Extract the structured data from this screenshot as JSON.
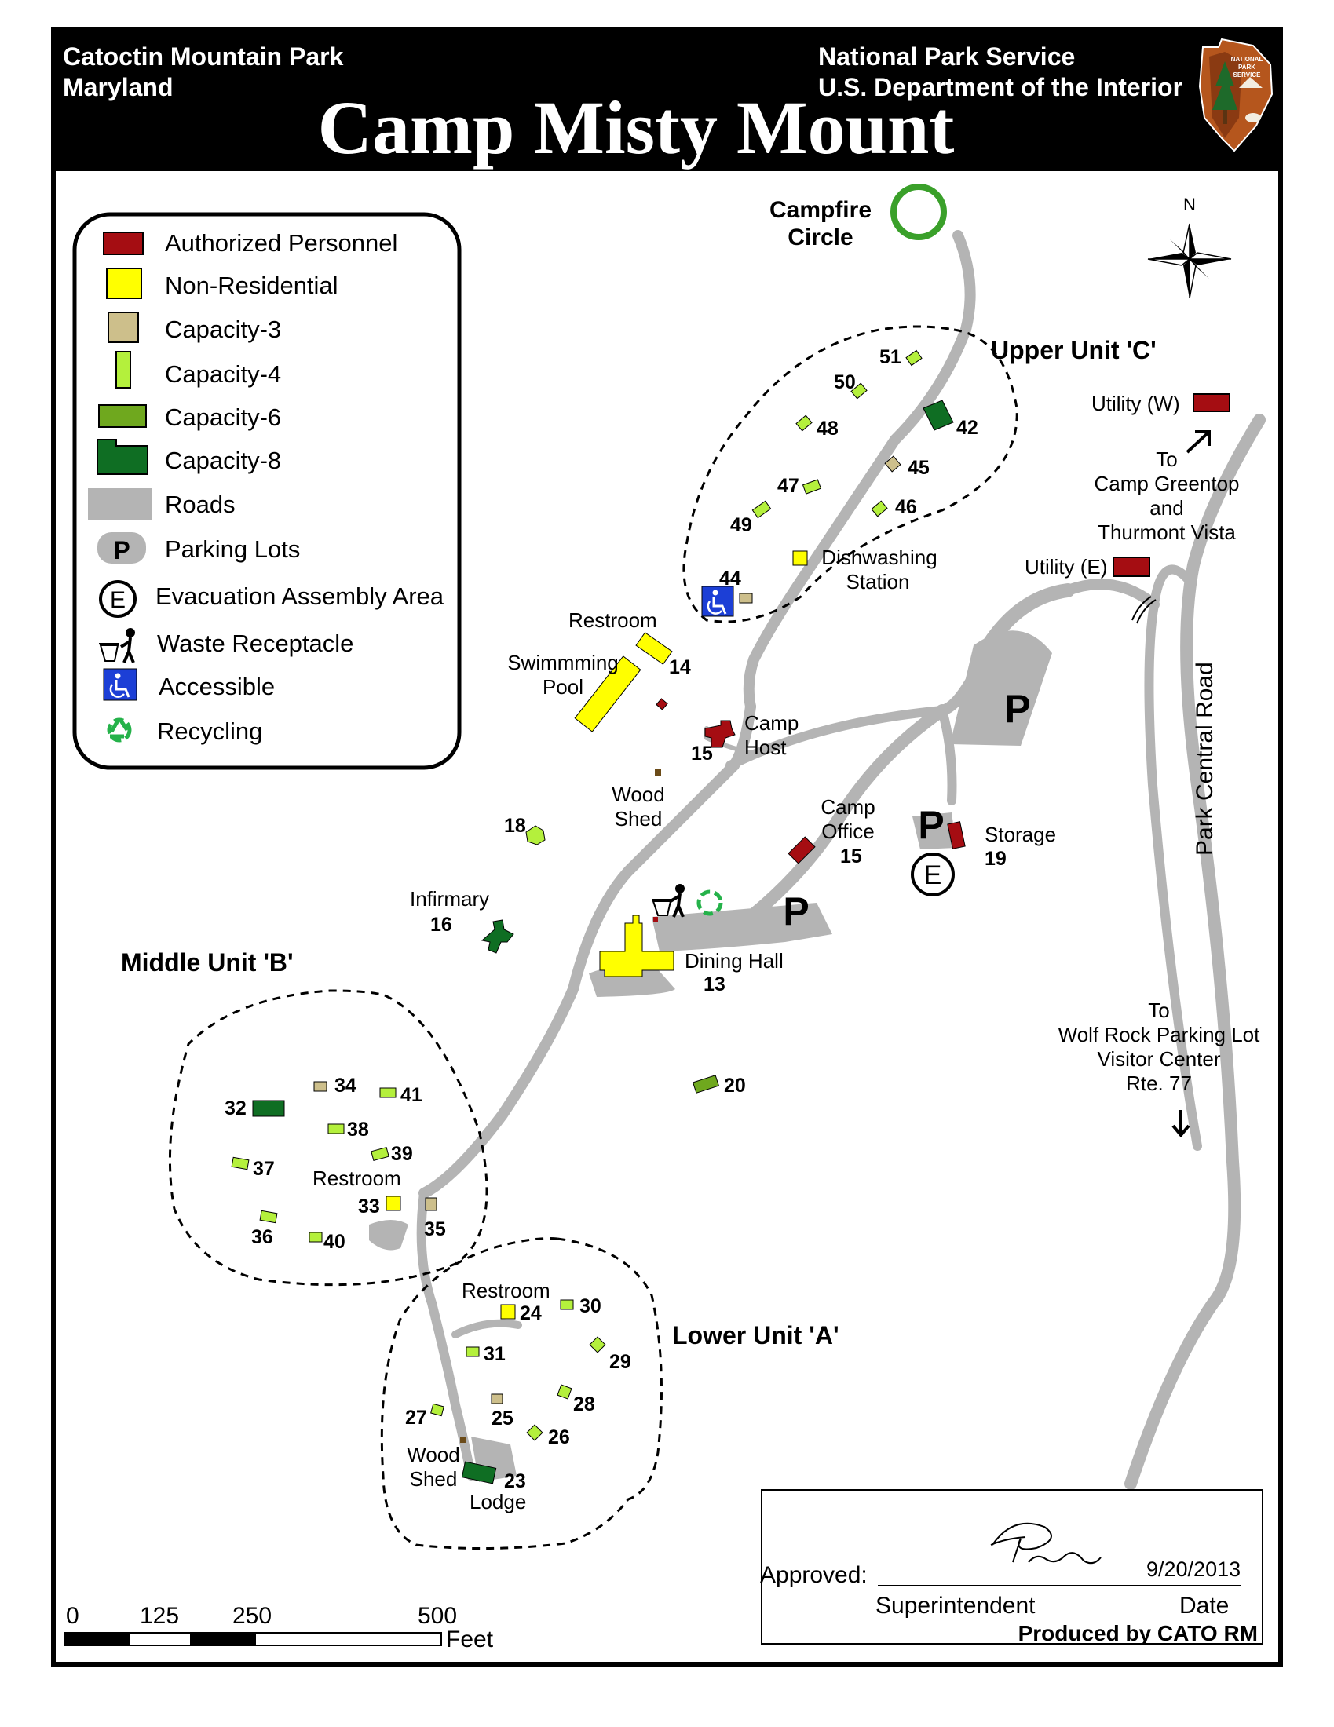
{
  "header": {
    "park_name": "Catoctin Mountain Park",
    "state": "Maryland",
    "agency": "National Park Service",
    "department": "U.S. Department of the Interior",
    "title": "Camp Misty Mount",
    "logo_text": [
      "NATIONAL",
      "PARK",
      "SERVICE"
    ]
  },
  "legend": {
    "items": [
      {
        "label": "Authorized Personnel",
        "icon": "red-rectangle",
        "color": "#a50d12"
      },
      {
        "label": "Non-Residential",
        "icon": "yellow-square",
        "color": "#ffff00"
      },
      {
        "label": "Capacity-3",
        "icon": "tan-square",
        "color": "#cdbf8b"
      },
      {
        "label": "Capacity-4",
        "icon": "lime-bar",
        "color": "#b4f03c"
      },
      {
        "label": "Capacity-6",
        "icon": "olive-rectangle",
        "color": "#6fa81e"
      },
      {
        "label": "Capacity-8",
        "icon": "dark-green-cabin",
        "color": "#0f6e23"
      },
      {
        "label": "Roads",
        "icon": "gray-road",
        "color": "#b4b4b4"
      },
      {
        "label": "Parking Lots",
        "icon": "parking-icon",
        "glyph": "P"
      },
      {
        "label": "Evacuation Assembly Area",
        "icon": "evacuation-icon",
        "glyph": "E"
      },
      {
        "label": "Waste Receptacle",
        "icon": "waste-receptacle-icon"
      },
      {
        "label": "Accessible",
        "icon": "accessible-icon",
        "color": "#1c3fd6"
      },
      {
        "label": "Recycling",
        "icon": "recycling-icon",
        "color": "#25b24a"
      }
    ]
  },
  "places": {
    "campfire": "Campfire\nCircle",
    "north": "N",
    "upper_unit": "Upper Unit 'C'",
    "middle_unit": "Middle Unit 'B'",
    "lower_unit": "Lower Unit 'A'",
    "utility_w": "Utility (W)",
    "utility_e": "Utility (E)",
    "to_greentop": "To\nCamp Greentop\nand\nThurmont Vista",
    "to_wolf_rock": "To\nWolf Rock Parking Lot\nVisitor Center\nRte. 77",
    "park_central_road": "Park Central Road",
    "dishwashing": "Dishwashing\nStation",
    "restroom": "Restroom",
    "pool": "Swimmming\nPool",
    "camp_host": "Camp\nHost",
    "wood_shed": "Wood\nShed",
    "camp_office": "Camp\nOffice",
    "storage": "Storage",
    "infirmary": "Infirmary",
    "dining_hall": "Dining Hall",
    "lodge": "Lodge",
    "parking_glyph": "P",
    "evac_glyph": "E",
    "numbers": {
      "n51": "51",
      "n50": "50",
      "n42": "42",
      "n48": "48",
      "n45": "45",
      "n47": "47",
      "n46": "46",
      "n49": "49",
      "n44": "44",
      "n14": "14",
      "n15a": "15",
      "n15b": "15",
      "n18": "18",
      "n19": "19",
      "n16": "16",
      "n13": "13",
      "n20": "20",
      "n34": "34",
      "n41": "41",
      "n32": "32",
      "n38": "38",
      "n39": "39",
      "n37": "37",
      "n33": "33",
      "n35": "35",
      "n36": "36",
      "n40": "40",
      "n24": "24",
      "n30": "30",
      "n31": "31",
      "n29": "29",
      "n28": "28",
      "n27": "27",
      "n25": "25",
      "n26": "26",
      "n23": "23"
    }
  },
  "approval": {
    "approved_label": "Approved:",
    "date": "9/20/2013",
    "signer_role": "Superintendent",
    "date_label": "Date",
    "produced_by": "Produced by CATO RM"
  },
  "scale": {
    "labels": [
      "0",
      "125",
      "250",
      "500"
    ],
    "unit": "Feet"
  }
}
